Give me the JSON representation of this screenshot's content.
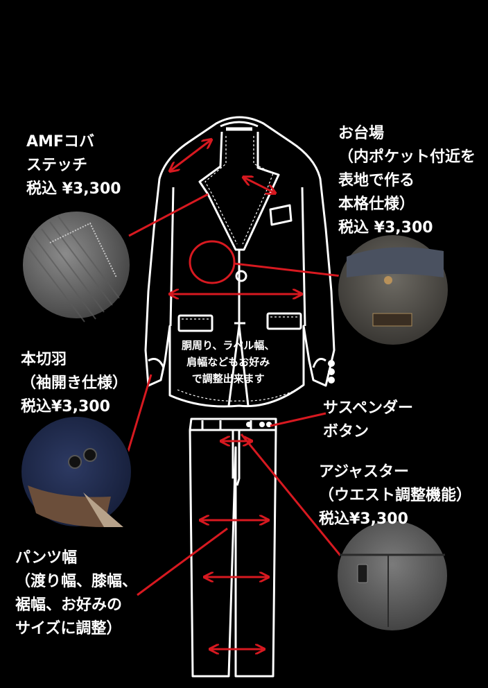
{
  "labels": {
    "amf": [
      "AMFコバ",
      "ステッチ",
      "税込 ¥3,300"
    ],
    "odaiba": [
      "お台場",
      "（内ポケット付近を",
      "表地で作る",
      "本格仕様）",
      "税込 ¥3,300"
    ],
    "honsetsu": [
      "本切羽",
      "（袖開き仕様）",
      "税込¥3,300"
    ],
    "suspender": [
      "サスペンダー",
      "ボタン"
    ],
    "adjuster": [
      "アジャスター",
      "（ウエスト調整機能）",
      "税込¥3,300"
    ],
    "pants": [
      "パンツ幅",
      "（渡り幅、膝幅、",
      "裾幅、お好みの",
      "サイズに調整）"
    ],
    "center": [
      "胴周り、ラペル幅、",
      "肩幅などもお好み",
      "で調整出来ます"
    ]
  },
  "colors": {
    "background": "#000000",
    "outline": "#ffffff",
    "annotation": "#d71920"
  }
}
